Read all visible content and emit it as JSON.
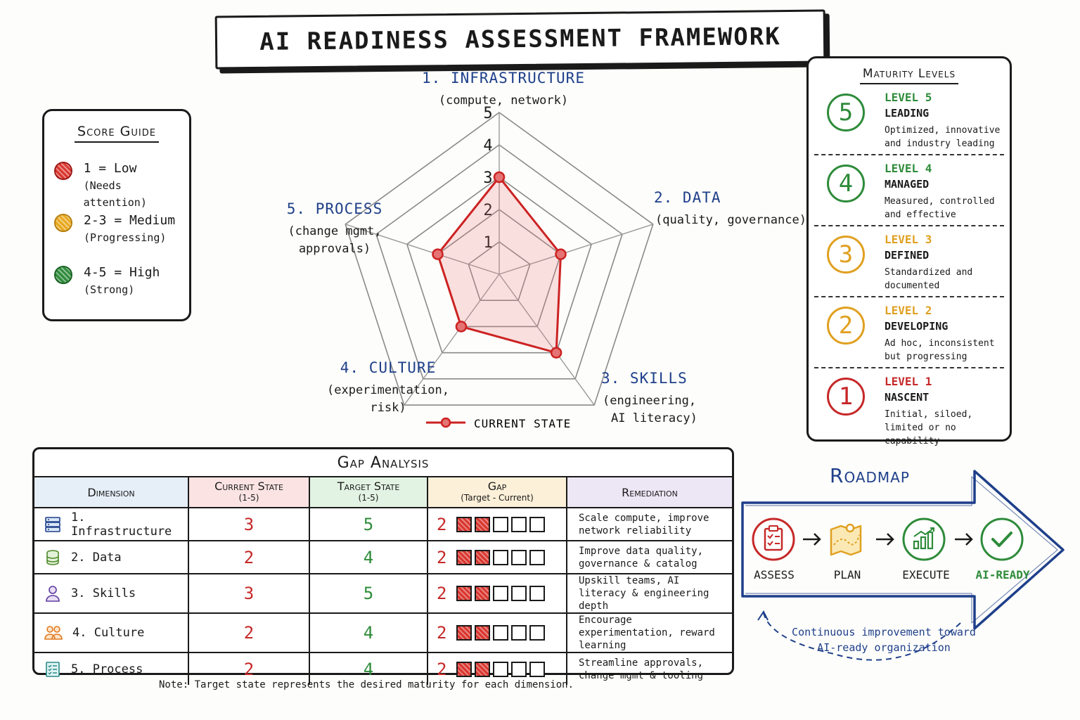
{
  "title": "AI READINESS ASSESSMENT FRAMEWORK",
  "colors": {
    "red": "#c62828",
    "amber": "#e0a020",
    "green": "#2e8b3a",
    "blue": "#1e3f8a"
  },
  "score_guide": {
    "title": "Score Guide",
    "items": [
      {
        "main": "1 = Low",
        "sub": "(Needs attention)",
        "color": "#d9362e"
      },
      {
        "main": "2-3 = Medium",
        "sub": "(Progressing)",
        "color": "#e8a81e"
      },
      {
        "main": "4-5 = High",
        "sub": "(Strong)",
        "color": "#2e8b3a"
      }
    ]
  },
  "chart_data": {
    "type": "radar",
    "scale": [
      1,
      2,
      3,
      4,
      5
    ],
    "axes": [
      {
        "name": "1. INFRASTRUCTURE",
        "sub": "(compute, network)"
      },
      {
        "name": "2. DATA",
        "sub": "(quality, governance)"
      },
      {
        "name": "3. SKILLS",
        "sub": "(engineering, AI literacy)"
      },
      {
        "name": "4. CULTURE",
        "sub": "(experimentation, risk)"
      },
      {
        "name": "5. PROCESS",
        "sub": "(change mgmt, approvals)"
      }
    ],
    "series": [
      {
        "name": "CURRENT STATE",
        "values": [
          3,
          2,
          3,
          2,
          2
        ],
        "color": "#cc2222"
      }
    ]
  },
  "maturity": {
    "title": "Maturity Levels",
    "levels": [
      {
        "number": "5",
        "level": "LEVEL 5",
        "name": "LEADING",
        "desc": "Optimized, innovative and industry leading",
        "color": "#2e8b3a"
      },
      {
        "number": "4",
        "level": "LEVEL 4",
        "name": "MANAGED",
        "desc": "Measured, controlled and effective",
        "color": "#2e8b3a"
      },
      {
        "number": "3",
        "level": "LEVEL 3",
        "name": "DEFINED",
        "desc": "Standardized and documented",
        "color": "#e0a020"
      },
      {
        "number": "2",
        "level": "LEVEL 2",
        "name": "DEVELOPING",
        "desc": "Ad hoc, inconsistent but progressing",
        "color": "#e0a020"
      },
      {
        "number": "1",
        "level": "LEVEL 1",
        "name": "NASCENT",
        "desc": "Initial, siloed, limited or no capability",
        "color": "#c62828"
      }
    ]
  },
  "gap_analysis": {
    "title": "Gap Analysis",
    "headers": {
      "dimension": "Dimension",
      "current": "Current State",
      "current_sub": "(1-5)",
      "target": "Target State",
      "target_sub": "(1-5)",
      "gap": "Gap",
      "gap_sub": "(Target - Current)",
      "remediation": "Remediation"
    },
    "rows": [
      {
        "dimension": "1. Infrastructure",
        "icon": "server-icon",
        "current": "3",
        "target": "5",
        "gap": "2",
        "gap_value": 2,
        "remediation": "Scale compute, improve network reliability"
      },
      {
        "dimension": "2. Data",
        "icon": "database-icon",
        "current": "2",
        "target": "4",
        "gap": "2",
        "gap_value": 2,
        "remediation": "Improve data quality, governance & catalog"
      },
      {
        "dimension": "3. Skills",
        "icon": "person-icon",
        "current": "3",
        "target": "5",
        "gap": "2",
        "gap_value": 2,
        "remediation": "Upskill teams, AI literacy & engineering depth"
      },
      {
        "dimension": "4. Culture",
        "icon": "group-icon",
        "current": "2",
        "target": "4",
        "gap": "2",
        "gap_value": 2,
        "remediation": "Encourage experimentation, reward learning"
      },
      {
        "dimension": "5. Process",
        "icon": "checklist-icon",
        "current": "2",
        "target": "4",
        "gap": "2",
        "gap_value": 2,
        "remediation": "Streamline approvals, change mgmt & tooling"
      }
    ],
    "note": "Note: Target state represents the desired maturity for each dimension."
  },
  "roadmap": {
    "title": "Roadmap",
    "steps": [
      {
        "label": "ASSESS",
        "icon": "clipboard-icon",
        "color": "#c62828"
      },
      {
        "label": "PLAN",
        "icon": "map-icon",
        "color": "#e0a020"
      },
      {
        "label": "EXECUTE",
        "icon": "bar-chart-icon",
        "color": "#2e8b3a"
      },
      {
        "label": "AI-READY",
        "icon": "checkmark-icon",
        "color": "#2e8b3a"
      }
    ],
    "continuous": "Continuous improvement toward AI-ready organization"
  }
}
